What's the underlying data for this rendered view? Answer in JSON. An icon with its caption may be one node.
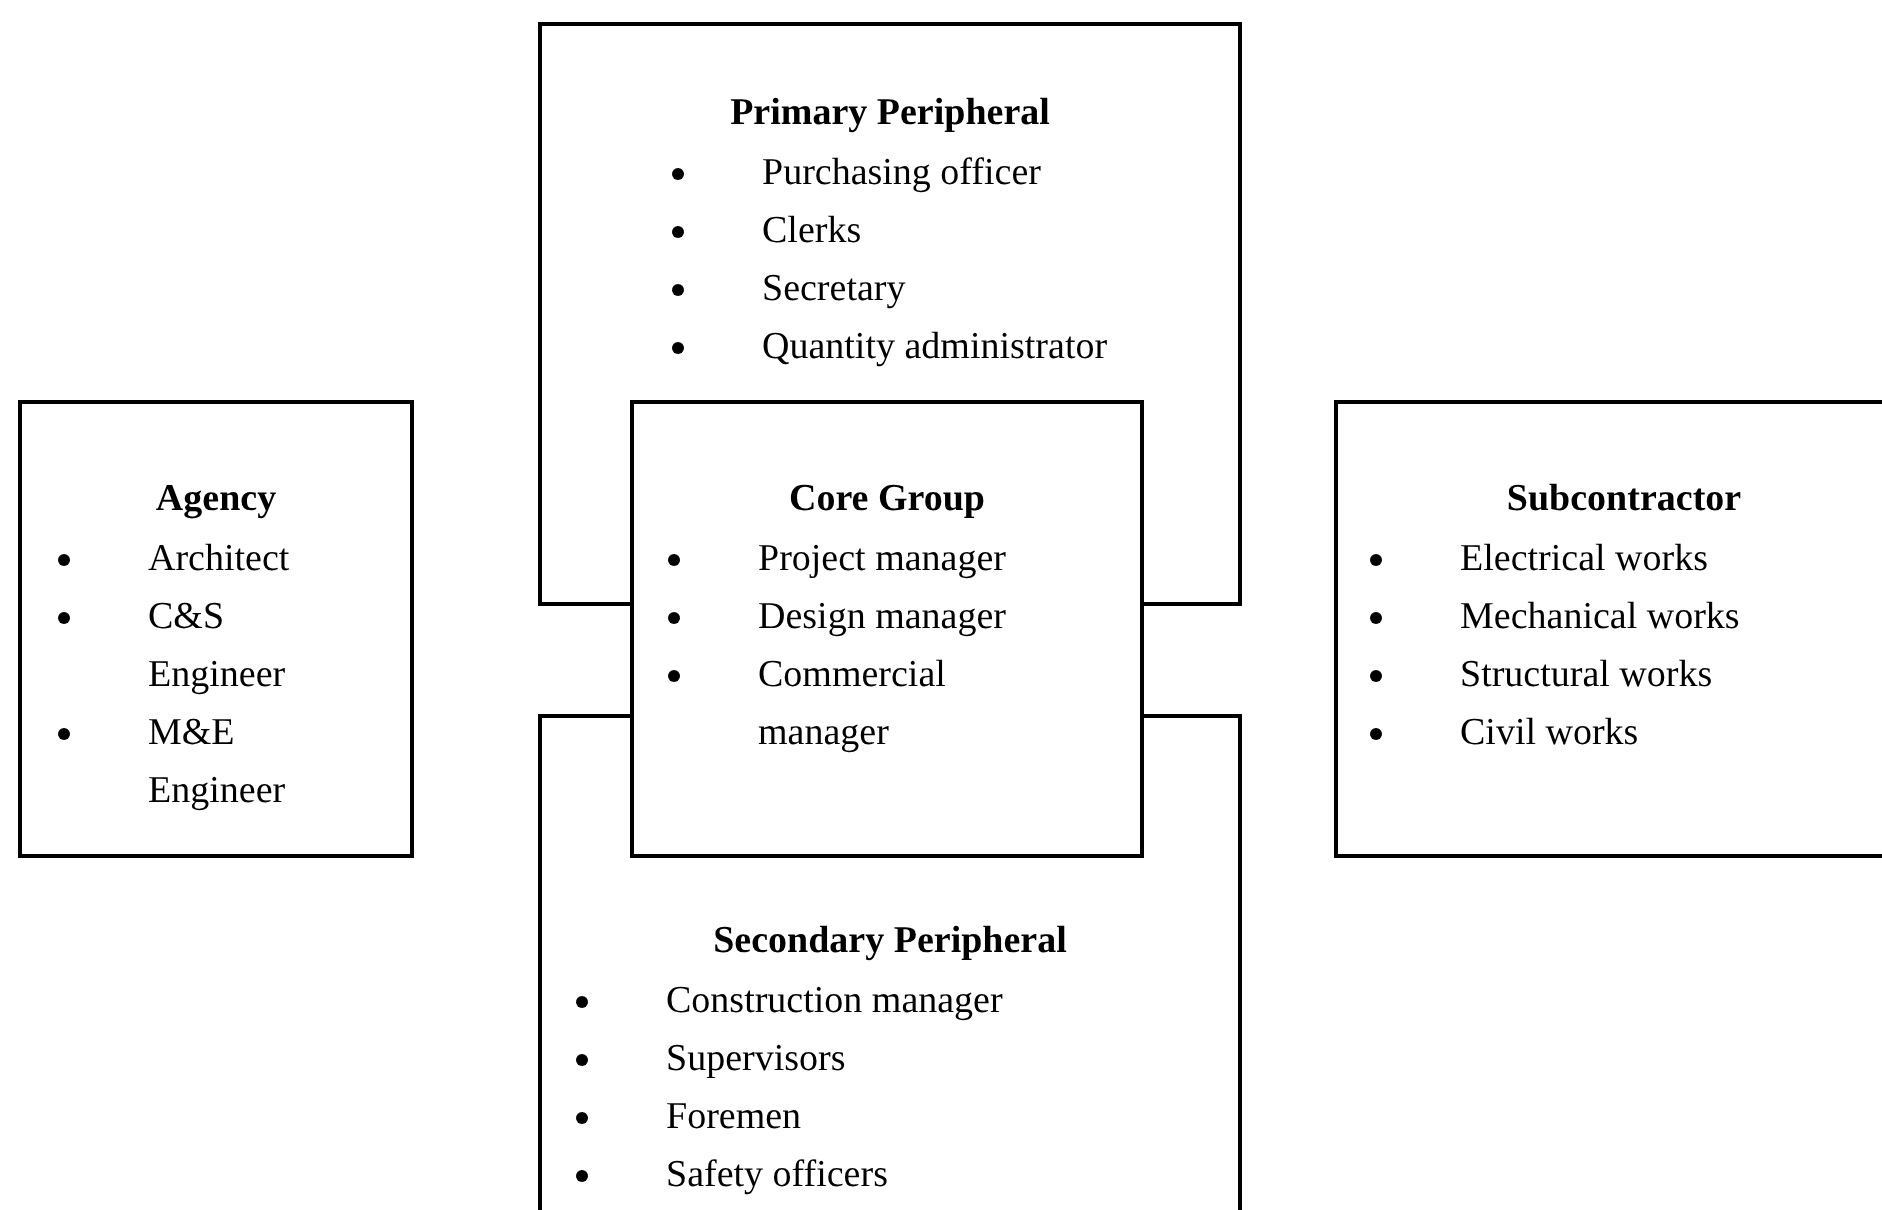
{
  "diagram": {
    "nodes": [
      {
        "text": [
          "Primary Peripheral",
          "Purchasing officer",
          "Clerks",
          "Secretary",
          "Quantity administrator"
        ]
      },
      {
        "text": [
          "Agency",
          "Architect",
          "C&S Engineer",
          "M&E Engineer"
        ]
      },
      {
        "text": [
          "Core Group",
          "Project manager",
          "Design manager",
          "Commercial manager"
        ]
      },
      {
        "text": [
          "Subcontractor",
          "Electrical works",
          "Mechanical works",
          "Structural works",
          "Civil works"
        ]
      },
      {
        "text": [
          "Secondary Peripheral",
          "Construction manager",
          "Supervisors",
          "Foremen",
          "Safety officers"
        ]
      }
    ]
  }
}
